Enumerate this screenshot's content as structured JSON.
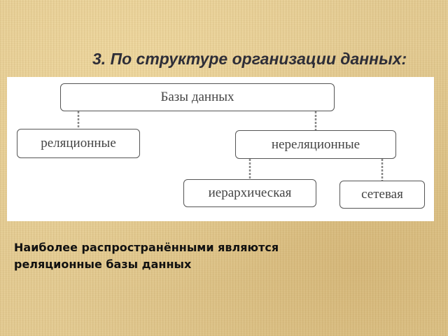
{
  "slide": {
    "title": "3. По структуре организации данных:",
    "caption_line1": "Наиболее распространёнными являются",
    "caption_line2": "реляционные базы данных"
  },
  "diagram": {
    "root": "Базы данных",
    "relational": "реляционные",
    "nonrelational": "нереляционные",
    "hierarchical": "иерархическая",
    "network": "сетевая"
  },
  "colors": {
    "background": "#e6cf98",
    "panel": "#ffffff",
    "box_border": "#555555",
    "connector": "#888888"
  }
}
